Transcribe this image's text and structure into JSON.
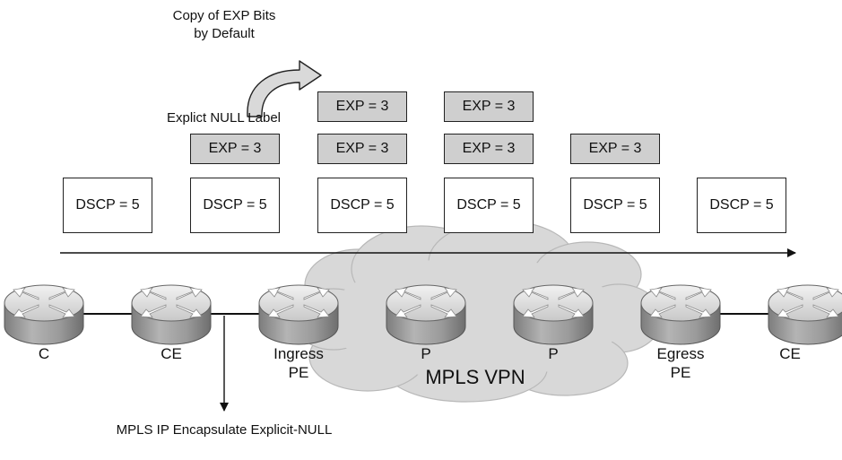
{
  "colors": {
    "exp_fill": "#cfcfcf",
    "cloud_fill": "#d8d8d8",
    "router_body": "#9c9c9c",
    "router_top": "#dedede",
    "line": "#111111"
  },
  "copy_note": {
    "line1": "Copy of EXP Bits",
    "line2": "by Default",
    "icon": "curved-arrow"
  },
  "explicit_null_label": "Explict NULL Label",
  "bottom_note": "MPLS IP Encapsulate Explicit-NULL",
  "cloud_label": "MPLS VPN",
  "dscp_boxes": [
    "DSCP = 5",
    "DSCP = 5",
    "DSCP = 5",
    "DSCP = 5",
    "DSCP = 5",
    "DSCP = 5"
  ],
  "exp_top_row": [
    "EXP = 3",
    "EXP = 3"
  ],
  "exp_bottom_row": [
    "EXP = 3",
    "EXP = 3",
    "EXP = 3",
    "EXP = 3"
  ],
  "routers": [
    {
      "line1": "C",
      "line2": ""
    },
    {
      "line1": "CE",
      "line2": ""
    },
    {
      "line1": "Ingress",
      "line2": "PE"
    },
    {
      "line1": "P",
      "line2": ""
    },
    {
      "line1": "P",
      "line2": ""
    },
    {
      "line1": "Egress",
      "line2": "PE"
    },
    {
      "line1": "CE",
      "line2": ""
    }
  ]
}
